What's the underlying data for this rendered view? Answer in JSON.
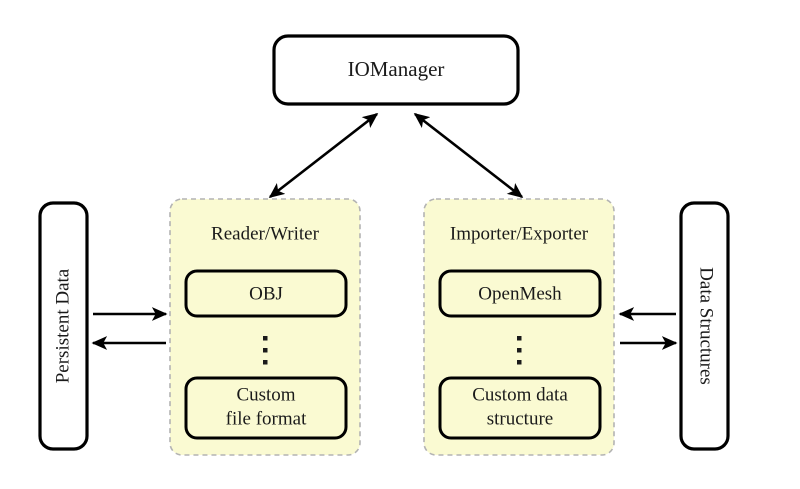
{
  "diagram": {
    "title_node": {
      "label": "IOManager",
      "name": "iomanager-box"
    },
    "left_side_box": {
      "label": "Persistent Data",
      "orientation": "rotated-90-ccw"
    },
    "right_side_box": {
      "label": "Data Structures",
      "orientation": "rotated-90-cw"
    },
    "groups": [
      {
        "label": "Reader/Writer",
        "items": [
          {
            "lines": [
              "OBJ"
            ]
          },
          {
            "lines": [
              "Custom",
              "file format"
            ]
          }
        ],
        "ellipsis": "vdots"
      },
      {
        "label": "Importer/Exporter",
        "items": [
          {
            "lines": [
              "OpenMesh"
            ]
          },
          {
            "lines": [
              "Custom data",
              "structure"
            ]
          }
        ],
        "ellipsis": "vdots"
      }
    ],
    "arrows": [
      {
        "name": "iomanager-to-readerwriter",
        "kind": "double-headed-diagonal"
      },
      {
        "name": "iomanager-to-importerexporter",
        "kind": "double-headed-diagonal"
      },
      {
        "name": "persistent-data-to-readerwriter",
        "kind": "single-right"
      },
      {
        "name": "readerwriter-to-persistent-data",
        "kind": "single-left"
      },
      {
        "name": "datastructures-to-importerexporter",
        "kind": "single-left"
      },
      {
        "name": "importerexporter-to-datastructures",
        "kind": "single-right"
      }
    ],
    "colors": {
      "group_fill": "#FAFAD2",
      "group_border": "#B3B3B3",
      "node_border": "#000000",
      "text": "#1A1A1A",
      "background": "#FFFFFF"
    }
  }
}
